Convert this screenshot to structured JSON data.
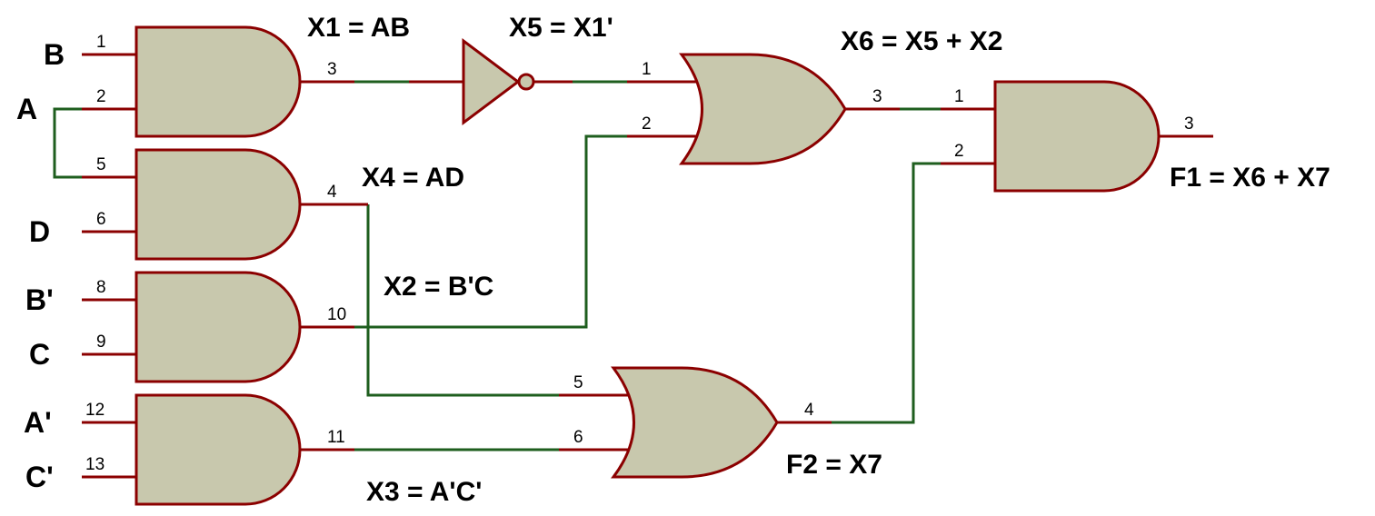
{
  "inputs": {
    "b": "B",
    "a": "A",
    "d": "D",
    "b_not": "B'",
    "c": "C",
    "a_not": "A'",
    "c_not": "C'"
  },
  "equations": {
    "x1": "X1 = AB",
    "x5": "X5 = X1'",
    "x6": "X6 = X5 + X2",
    "x4": "X4 = AD",
    "x2": "X2 = B'C",
    "x3": "X3 = A'C'",
    "f1": "F1 = X6 + X7",
    "f2": "F2 = X7"
  },
  "pins": {
    "and1_in1": "1",
    "and1_in2": "2",
    "and1_out": "3",
    "and2_in1": "5",
    "and2_in2": "6",
    "and2_out": "4",
    "and3_in1": "8",
    "and3_in2": "9",
    "and3_out": "10",
    "and4_in1": "12",
    "and4_in2": "13",
    "and4_out": "11",
    "or1_in1": "1",
    "or1_in2": "2",
    "or1_out": "3",
    "or2_in1": "5",
    "or2_in2": "6",
    "or2_out": "4",
    "and5_in1": "1",
    "and5_in2": "2",
    "and5_out": "3"
  },
  "colors": {
    "gate_fill": "#c8c8ad",
    "gate_stroke": "#8b0000",
    "wire": "#1e5e1e"
  }
}
